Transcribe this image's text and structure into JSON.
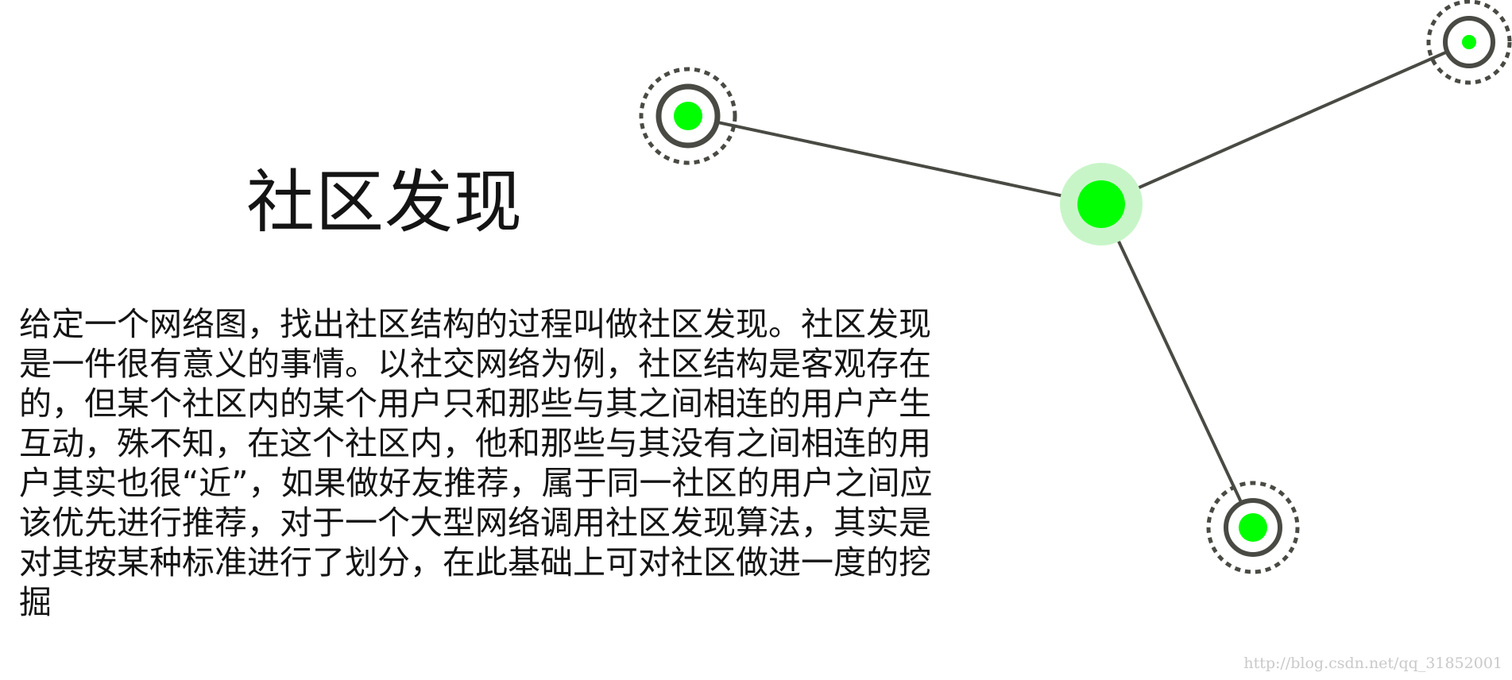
{
  "slide": {
    "title": "社区发现",
    "body": "给定一个网络图，找出社区结构的过程叫做社区发现。社区发现是一件很有意义的事情。以社交网络为例，社区结构是客观存在的，但某个社区内的某个用户只和那些与其之间相连的用户产生互动，殊不知，在这个社区内，他和那些与其没有之间相连的用户其实也很“近”，如果做好友推荐，属于同一社区的用户之间应该优先进行推荐，对于一个大型网络调用社区发现算法，其实是对其按某种标准进行了划分，在此基础上可对社区做进一度的挖掘"
  },
  "watermark": "http://blog.csdn.net/qq_31852001",
  "colors": {
    "node_fill": "#00ff00",
    "node_halo": "#c8f5c8",
    "edge": "#4a4a44",
    "ring": "#4a4a44",
    "text": "#141414"
  }
}
